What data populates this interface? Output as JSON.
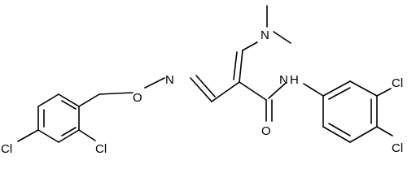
{
  "molecule": {
    "atoms": {
      "cl_left": "Cl",
      "cl_ortho": "Cl",
      "o_ether": "O",
      "n_oxime": "N",
      "n_dimethyl": "N",
      "n_amide": "N",
      "h_amide": "H",
      "o_carbonyl": "O",
      "cl_meta": "Cl",
      "cl_para": "Cl"
    }
  }
}
